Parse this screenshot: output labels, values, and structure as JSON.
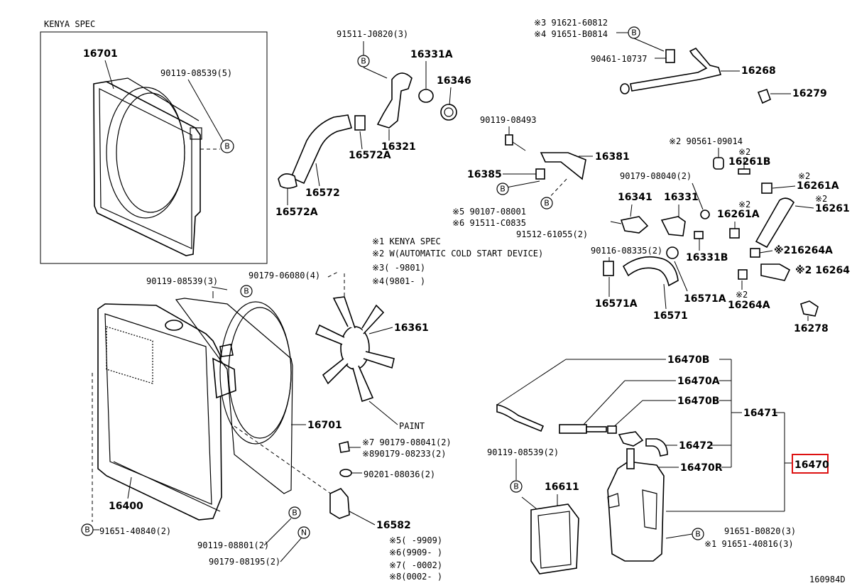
{
  "inset_title": "KENYA SPEC",
  "figure_id": "160984D",
  "highlight_label": "16470",
  "notes": [
    "※1 KENYA SPEC",
    "※2 W(AUTOMATIC COLD START DEVICE)",
    "※3(     -9801)",
    "※4(9801-      )"
  ],
  "notes_bottom": [
    "※5(     -9909)",
    "※6(9909-      )",
    "※7(     -0002)",
    "※8(0002-      )"
  ],
  "labels": {
    "l16701a": "16701",
    "l90119a": "90119-08539(5)",
    "l91511j": "91511-J0820(3)",
    "l16331a": "16331A",
    "l16346": "16346",
    "l16321": "16321",
    "l16572a1": "16572A",
    "l16572": "16572",
    "l16572a2": "16572A",
    "l91621": "※3 91621-60812",
    "l91651b": "※4 91651-B0814",
    "l90461": "90461-10737",
    "l16268": "16268",
    "l16279": "16279",
    "l90119b": "90119-08493",
    "l16381": "16381",
    "l16385": "16385",
    "l90107": "※5 90107-08001",
    "l91511c": "※6 91511-C0835",
    "l91512": "91512-61055(2)",
    "l90561": "※2 90561-09014",
    "l16261bstar": "※2",
    "l16261b": "16261B",
    "l90179a": "90179-08040(2)",
    "l16261astar": "※2",
    "l16261a1": "16261A",
    "l16261star": "※2",
    "l16261": "16261",
    "l16341": "16341",
    "l16331": "16331",
    "l16261a2star": "※2",
    "l16261a2": "16261A",
    "l90116": "90116-08335(2)",
    "l16331b": "16331B",
    "l16264a1": "※216264A",
    "l16264": "※2 16264",
    "l16571a1": "16571A",
    "l16571": "16571",
    "l16571a2": "16571A",
    "l16264a2star": "※2",
    "l16264a2": "16264A",
    "l16278": "16278",
    "l90119c": "90119-08539(3)",
    "l90179b": "90179-06080(4)",
    "l16361": "16361",
    "l16701b": "16701",
    "lpaint": "PAINT",
    "l16400": "16400",
    "l90179c": "※7 90179-08041(2)",
    "l90179d": "※890179-08233(2)",
    "l90201": "90201-08036(2)",
    "l16582": "16582",
    "l91651c": "91651-40840(2)",
    "l90119d": "90119-08801(2)",
    "l90179e": "90179-08195(2)",
    "l16470b1": "16470B",
    "l16470a": "16470A",
    "l16470b2": "16470B",
    "l16471": "16471",
    "l16472": "16472",
    "l16470r": "16470R",
    "l90119e": "90119-08539(2)",
    "l16611": "16611",
    "l91651d": "91651-B0820(3)",
    "l91651e": "※1 91651-40816(3)"
  },
  "circle_marks": {
    "b": "B",
    "n": "N"
  }
}
